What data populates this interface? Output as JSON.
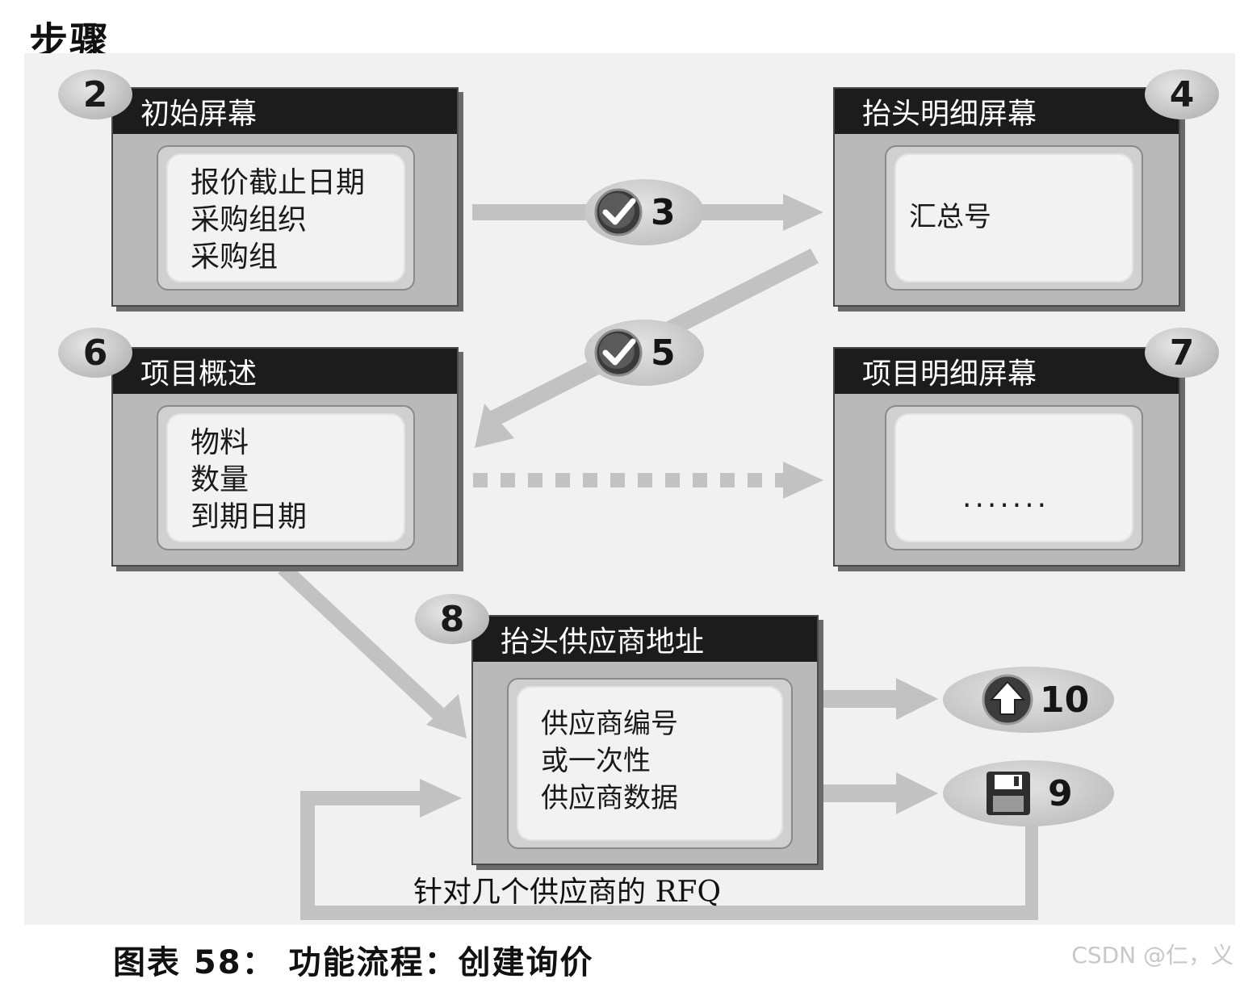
{
  "page_title": "步骤",
  "screens": [
    {
      "step": "2",
      "title": "初始屏幕",
      "fields": [
        "报价截止日期",
        "采购组织",
        "采购组"
      ]
    },
    {
      "step": "4",
      "title": "抬头明细屏幕",
      "fields": [
        "汇总号"
      ]
    },
    {
      "step": "6",
      "title": "项目概述",
      "fields": [
        "物料",
        "数量",
        "到期日期"
      ]
    },
    {
      "step": "7",
      "title": "项目明细屏幕",
      "fields": [
        "......."
      ]
    },
    {
      "step": "8",
      "title": "抬头供应商地址",
      "fields": [
        "供应商编号",
        "或一次性",
        "供应商数据"
      ]
    }
  ],
  "actions": [
    {
      "number": "3",
      "icon": "check-icon"
    },
    {
      "number": "5",
      "icon": "check-icon"
    },
    {
      "number": "10",
      "icon": "back-up-icon"
    },
    {
      "number": "9",
      "icon": "save-icon"
    }
  ],
  "loop_label": "针对几个供应商的 RFQ",
  "caption": "图表 58：  功能流程：创建询价",
  "watermark": "CSDN @仁，义",
  "colors": {
    "header": "#1c1c1c",
    "screen_frame": "#b9b9b9",
    "panel": "#f2f2f2",
    "arrow": "#c2c2c2",
    "background": "#f1f1f1"
  }
}
